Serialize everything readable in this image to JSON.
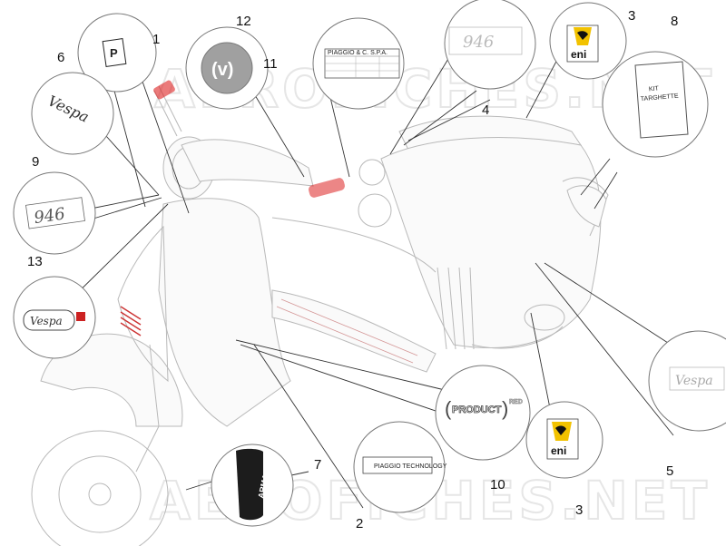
{
  "watermark": {
    "text": "AEROFICHES.NET"
  },
  "callouts": [
    {
      "id": "1",
      "label": "1"
    },
    {
      "id": "2",
      "label": "2"
    },
    {
      "id": "3a",
      "label": "3"
    },
    {
      "id": "3b",
      "label": "3"
    },
    {
      "id": "4",
      "label": "4"
    },
    {
      "id": "5",
      "label": "5"
    },
    {
      "id": "6",
      "label": "6"
    },
    {
      "id": "7",
      "label": "7"
    },
    {
      "id": "8",
      "label": "8"
    },
    {
      "id": "9",
      "label": "9"
    },
    {
      "id": "10",
      "label": "10"
    },
    {
      "id": "11",
      "label": "11"
    },
    {
      "id": "12",
      "label": "12"
    },
    {
      "id": "13",
      "label": "13"
    }
  ],
  "decal_texts": {
    "eni": "eni",
    "kit_line1": "KIT",
    "kit_line2": "TARGHETTE",
    "piaggio_tech": "PIAGGIO TECHNOLOGY",
    "vespa": "Vespa",
    "v946": "946",
    "product": "PRODUCT",
    "red": "RED",
    "armani": "ARMANI",
    "brand_mark": "(v)",
    "label_11_header": "PIAGGIO & C. S.P.A.",
    "warning_p": "P"
  },
  "colors": {
    "eni_yellow": "#f2c200",
    "eni_black": "#111111",
    "badge_gray": "#9a9a9a"
  }
}
